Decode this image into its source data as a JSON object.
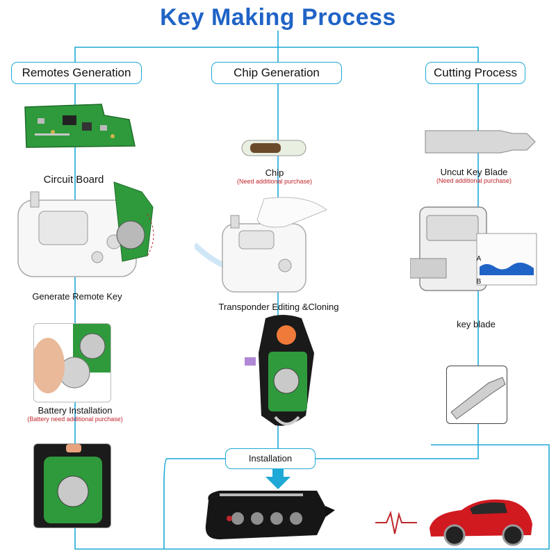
{
  "title": "Key Making Process",
  "sections": {
    "remotes": "Remotes Generation",
    "chip": "Chip Generation",
    "cutting": "Cutting Process",
    "installation": "Installation"
  },
  "labels": {
    "circuit_board": "Circuit Board",
    "generate_remote": "Generate Remote Key",
    "battery": "Battery Installation",
    "battery_note": "(Battery need additional purchase)",
    "chip": "Chip",
    "chip_note": "(Need additional purchase)",
    "transponder": "Transponder Editing &Cloning",
    "uncut_blade": "Uncut Key  Blade",
    "uncut_note": "(Need additional purchase)",
    "key_blade": "key blade",
    "machine_a": "A",
    "machine_b": "B"
  },
  "colors": {
    "title": "#1f63c6",
    "line": "#1fa9d6",
    "note": "#c0262c",
    "pcb": "#2f9a3c",
    "car": "#d11920"
  }
}
